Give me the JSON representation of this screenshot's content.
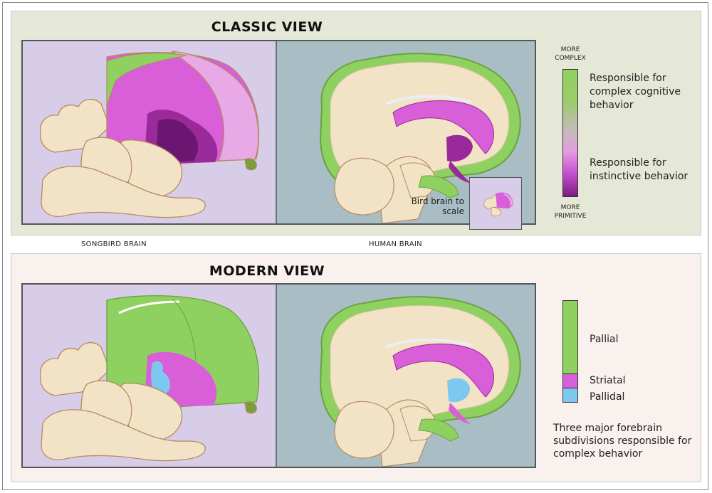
{
  "classic": {
    "title": "CLASSIC VIEW",
    "scale_top": "MORE\nCOMPLEX",
    "scale_bottom": "MORE\nPRIMITIVE",
    "complex_text": "Responsible for complex cognitive behavior",
    "instinctive_text": "Responsible for instinctive behavior",
    "inset_label": "Bird brain to scale"
  },
  "captions": {
    "songbird": "SONGBIRD BRAIN",
    "human": "HUMAN BRAIN"
  },
  "modern": {
    "title": "MODERN VIEW",
    "legend": [
      {
        "label": "Pallial",
        "color": "#8fd160"
      },
      {
        "label": "Striatal",
        "color": "#d85fd8"
      },
      {
        "label": "Pallidal",
        "color": "#7cc8ee"
      }
    ],
    "footnote": "Three major forebrain subdivisions responsible for complex behavior"
  },
  "colors": {
    "bird_bg": "#d8cde8",
    "human_bg": "#a9bec4",
    "brainstem": "#f3e3c6",
    "green": "#8fd160",
    "magenta": "#d85fd8",
    "light_pink": "#e9a8e6",
    "purple_dark": "#9a2a9a",
    "blue": "#7cc8ee"
  }
}
